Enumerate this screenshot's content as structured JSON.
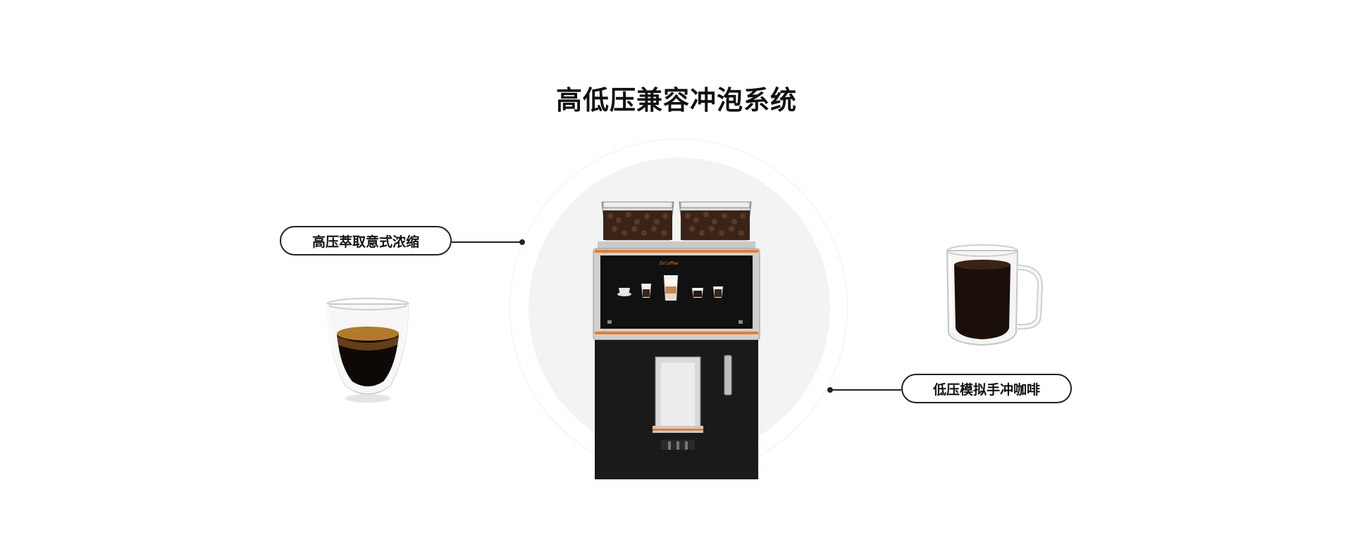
{
  "page": {
    "title": "高低压兼容冲泡系统"
  },
  "callouts": {
    "left_label": "高压萃取意式浓缩",
    "right_label": "低压模拟手冲咖啡"
  },
  "colors": {
    "accent_orange": "#f07a22",
    "machine_black": "#1a1a1a",
    "espresso_crema": "#b27a2a",
    "coffee_dark": "#1b0f0a"
  }
}
